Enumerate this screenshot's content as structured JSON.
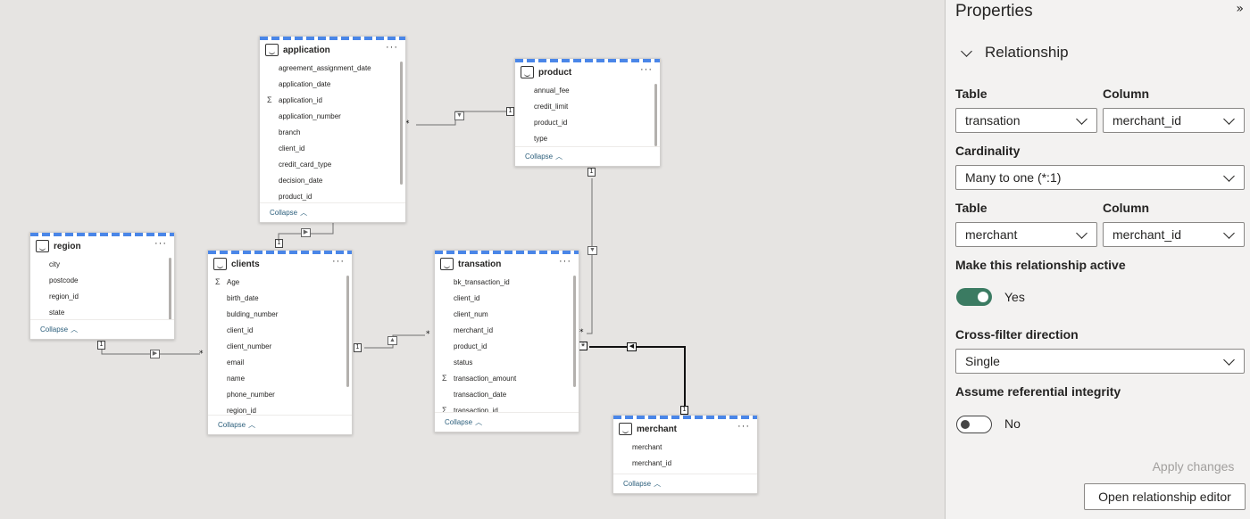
{
  "properties": {
    "title": "Properties",
    "collapse_icon": "double-chevron-right-icon",
    "section_title": "Relationship",
    "table_label_1": "Table",
    "column_label_1": "Column",
    "table_1": "transation",
    "column_1": "merchant_id",
    "cardinality_label": "Cardinality",
    "cardinality": "Many to one (*:1)",
    "table_label_2": "Table",
    "column_label_2": "Column",
    "table_2": "merchant",
    "column_2": "merchant_id",
    "active_label": "Make this relationship active",
    "active_value": "Yes",
    "crossfilter_label": "Cross-filter direction",
    "crossfilter": "Single",
    "integrity_label": "Assume referential integrity",
    "integrity_value": "No",
    "apply_button": "Apply changes",
    "open_editor_button": "Open relationship editor"
  },
  "tables": {
    "application": {
      "name": "application",
      "more": "···",
      "collapse": "Collapse",
      "fields": [
        {
          "name": "agreement_assignment_date",
          "sigma": ""
        },
        {
          "name": "application_date",
          "sigma": ""
        },
        {
          "name": "application_id",
          "sigma": "Σ"
        },
        {
          "name": "application_number",
          "sigma": ""
        },
        {
          "name": "branch",
          "sigma": ""
        },
        {
          "name": "client_id",
          "sigma": ""
        },
        {
          "name": "credit_card_type",
          "sigma": ""
        },
        {
          "name": "decision_date",
          "sigma": ""
        },
        {
          "name": "product_id",
          "sigma": ""
        }
      ]
    },
    "product": {
      "name": "product",
      "more": "···",
      "collapse": "Collapse",
      "fields": [
        {
          "name": "annual_fee",
          "sigma": ""
        },
        {
          "name": "credit_limit",
          "sigma": ""
        },
        {
          "name": "product_id",
          "sigma": ""
        },
        {
          "name": "type",
          "sigma": ""
        }
      ]
    },
    "region": {
      "name": "region",
      "more": "···",
      "collapse": "Collapse",
      "fields": [
        {
          "name": "city",
          "sigma": ""
        },
        {
          "name": "postcode",
          "sigma": ""
        },
        {
          "name": "region_id",
          "sigma": ""
        },
        {
          "name": "state",
          "sigma": ""
        }
      ]
    },
    "clients": {
      "name": "clients",
      "more": "···",
      "collapse": "Collapse",
      "fields": [
        {
          "name": "Age",
          "sigma": "Σ"
        },
        {
          "name": "birth_date",
          "sigma": ""
        },
        {
          "name": "bulding_number",
          "sigma": ""
        },
        {
          "name": "client_id",
          "sigma": ""
        },
        {
          "name": "client_number",
          "sigma": ""
        },
        {
          "name": "email",
          "sigma": ""
        },
        {
          "name": "name",
          "sigma": ""
        },
        {
          "name": "phone_number",
          "sigma": ""
        },
        {
          "name": "region_id",
          "sigma": ""
        }
      ]
    },
    "transation": {
      "name": "transation",
      "more": "···",
      "collapse": "Collapse",
      "fields": [
        {
          "name": "bk_transaction_id",
          "sigma": ""
        },
        {
          "name": "client_id",
          "sigma": ""
        },
        {
          "name": "client_num",
          "sigma": ""
        },
        {
          "name": "merchant_id",
          "sigma": ""
        },
        {
          "name": "product_id",
          "sigma": ""
        },
        {
          "name": "status",
          "sigma": ""
        },
        {
          "name": "transaction_amount",
          "sigma": "Σ"
        },
        {
          "name": "transaction_date",
          "sigma": ""
        },
        {
          "name": "transaction_id",
          "sigma": "Σ"
        }
      ]
    },
    "merchant": {
      "name": "merchant",
      "more": "···",
      "collapse": "Collapse",
      "fields": [
        {
          "name": "merchant",
          "sigma": ""
        },
        {
          "name": "merchant_id",
          "sigma": ""
        }
      ]
    }
  },
  "relationships": {
    "one": "1",
    "many": "*",
    "colors": {
      "line": "#707070",
      "selected": "#111111",
      "stripe": "#4a86e8"
    }
  }
}
